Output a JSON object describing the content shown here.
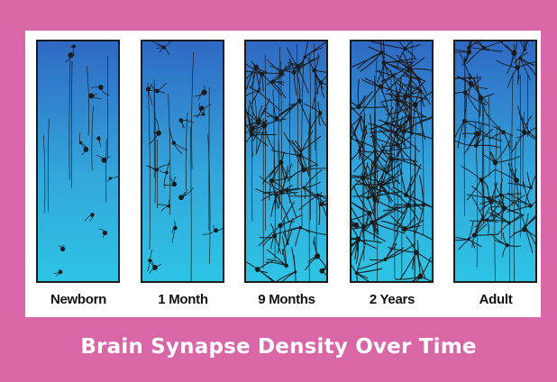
{
  "caption": "Brain Synapse Density Over Time",
  "colors": {
    "frame": "#d966a7",
    "panel_top": "#2f69c4",
    "panel_bottom": "#2ec4e4",
    "neuron": "#1b1b1b"
  },
  "panels": [
    {
      "label": "Newborn",
      "density": 0.12
    },
    {
      "label": "1 Month",
      "density": 0.3
    },
    {
      "label": "9 Months",
      "density": 0.78
    },
    {
      "label": "2 Years",
      "density": 1.0
    },
    {
      "label": "Adult",
      "density": 0.7
    }
  ]
}
